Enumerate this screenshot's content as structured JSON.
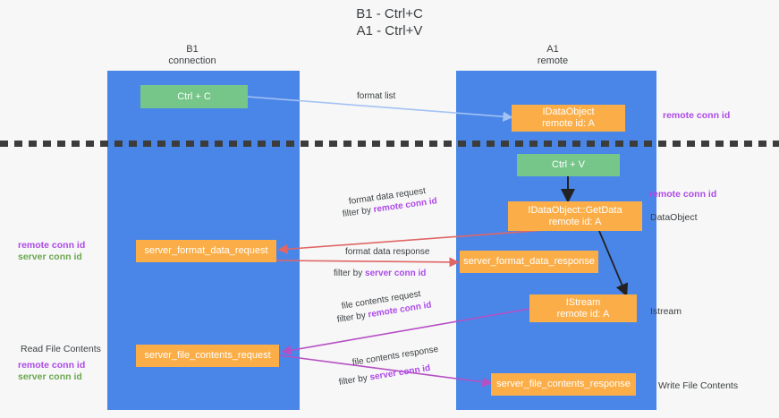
{
  "title": {
    "line1": "B1 - Ctrl+C",
    "line2": "A1 - Ctrl+V"
  },
  "columns": [
    {
      "name": "B1",
      "role": "connection"
    },
    {
      "name": "A1",
      "role": "remote"
    }
  ],
  "boxes": {
    "ctrl_c": "Ctrl + C",
    "idataobject_l1": "IDataObject",
    "idataobject_l2": "remote id: A",
    "ctrl_v": "Ctrl + V",
    "getdata_l1": "IDataObject::GetData",
    "getdata_l2": "remote id: A",
    "server_format_data_request": "server_format_data_request",
    "server_format_data_response": "server_format_data_response",
    "istream_l1": "IStream",
    "istream_l2": "remote id: A",
    "server_file_contents_request": "server_file_contents_request",
    "server_file_contents_response": "server_file_contents_response"
  },
  "edges": {
    "format_list": "format list",
    "format_data_request": "format data request",
    "format_data_request_filter_prefix": "filter by ",
    "format_data_request_filter_key": "remote conn id",
    "format_data_response": "format data response",
    "format_data_response_filter_prefix": "filter by ",
    "format_data_response_filter_key": "server conn id",
    "file_contents_request": "file contents request",
    "file_contents_request_filter_prefix": "filter by ",
    "file_contents_request_filter_key": "remote conn id",
    "file_contents_response": "file contents response",
    "file_contents_response_filter_prefix": "filter by ",
    "file_contents_response_filter_key": "server conn id"
  },
  "left_labels": {
    "mid_remote": "remote conn id",
    "mid_server": "server conn id",
    "read_file_contents": "Read File Contents",
    "bottom_remote": "remote conn id",
    "bottom_server": "server conn id"
  },
  "right_labels": {
    "top_remote_conn_id": "remote conn id",
    "mid_remote_conn_id": "remote conn id",
    "dataobject": "DataObject",
    "istream": "Istream",
    "write_file_contents": "Write File Contents"
  },
  "colors": {
    "lane": "#4a86e8",
    "box_green": "#76c68a",
    "box_orange": "#fbae48",
    "arrow_blue": "#a4c2f4",
    "arrow_red": "#e06666",
    "arrow_purple": "#b54fc4",
    "arrow_black": "#222222",
    "accent_purple": "#ad4ae8",
    "accent_green": "#6aa84f"
  }
}
